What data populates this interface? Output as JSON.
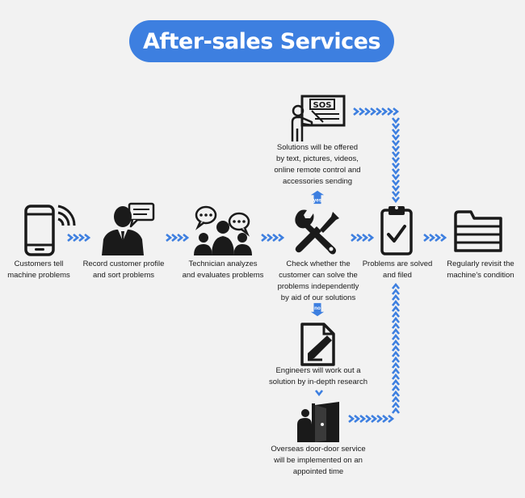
{
  "title": "After-sales Services",
  "colors": {
    "accent": "#3d7fe0",
    "icon": "#1a1a1a",
    "background": "#f2f2f2"
  },
  "steps": {
    "customers_tell": "Customers tell\nmachine problems",
    "record_profile": "Record customer profile\nand sort problems",
    "technician": "Technician analyzes\nand evaluates problems",
    "check": "Check whether the\ncustomer can solve the\nproblems independently\nby aid of our solutions",
    "solved": "Problems are solved\nand filed",
    "revisit": "Regularly revisit the\nmachine's condition",
    "solutions": "Solutions will be offered\nby text, pictures, videos,\nonline remote control and\naccessories sending",
    "engineers": "Engineers will work out a\nsolution by in-depth research",
    "overseas": "Overseas door-door service\nwill be implemented on an\nappointed time"
  },
  "badges": {
    "yes": "yes",
    "no": "no"
  },
  "sign_text": "SOS",
  "icons": [
    "smartphone-signal-icon",
    "businessman-chat-icon",
    "team-discussion-icon",
    "wrench-screwdriver-icon",
    "clipboard-check-icon",
    "folder-icon",
    "sos-presentation-icon",
    "document-edit-icon",
    "door-person-icon"
  ]
}
